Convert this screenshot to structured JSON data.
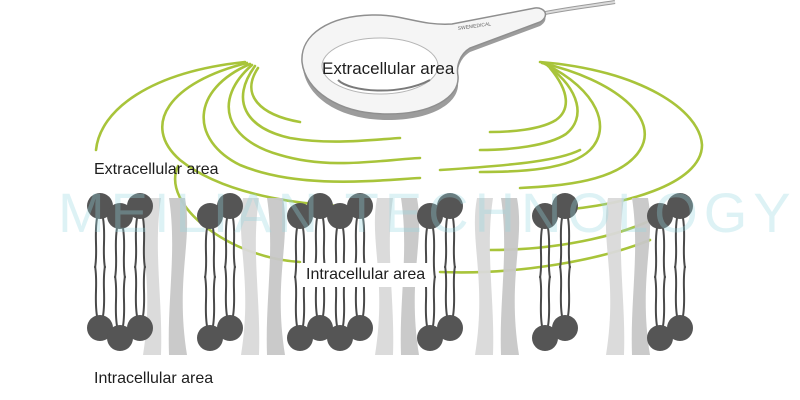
{
  "labels": {
    "probe_area": "Extracellular area",
    "upper_extracellular": "Extracellular area",
    "middle_intracellular": "Intracellular area",
    "lower_intracellular": "Intracellular area"
  },
  "probe": {
    "brand_text": "SWEMEDICAL"
  },
  "watermark": "MEILIAN TECHNOLOGY",
  "colors": {
    "field_lines": "#a8c43a",
    "lipid_head": "#555555",
    "lipid_tail": "#4a4a4a",
    "channel_protein": "#d9d9d9",
    "probe_body": "#f4f4f4",
    "probe_edge": "#9a9a9a"
  },
  "icons": [
    "electromagnetic-probe-icon",
    "lipid-molecule-icon",
    "ion-channel-icon"
  ]
}
